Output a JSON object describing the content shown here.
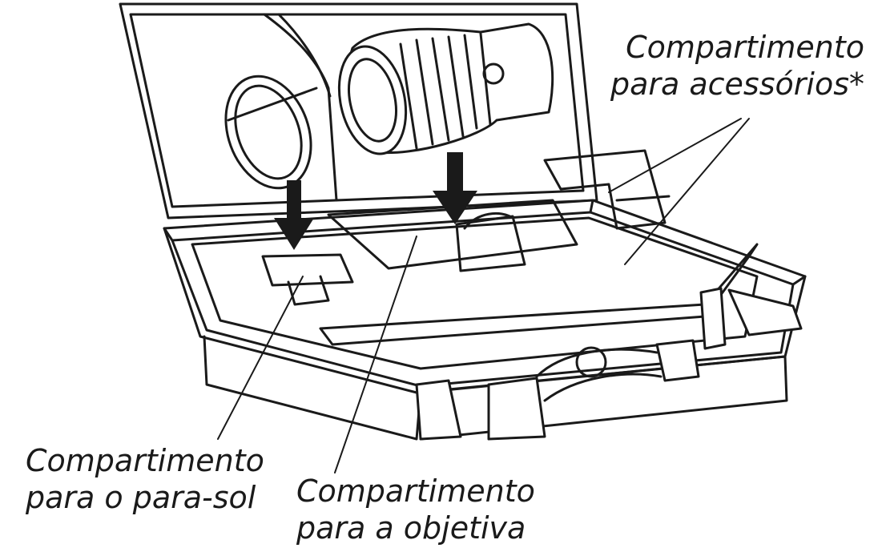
{
  "labels": {
    "accessory_line1": "Compartimento",
    "accessory_line2": "para acessórios*",
    "sunshade_line1": "Compartimento",
    "sunshade_line2": "para o para-sol",
    "lens_line1": "Compartimento",
    "lens_line2": "para a objetiva"
  },
  "colors": {
    "ink": "#1a1a1a",
    "paper": "#ffffff"
  }
}
